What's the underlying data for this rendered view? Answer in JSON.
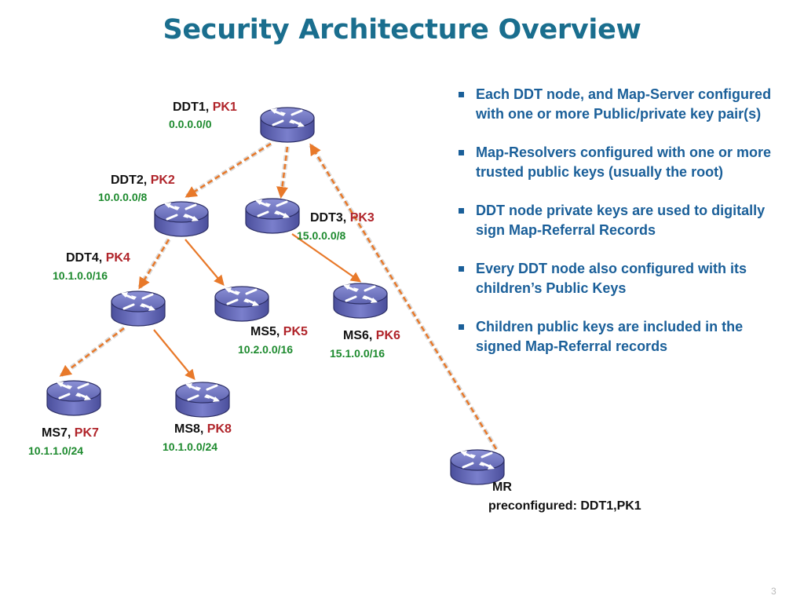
{
  "slide": {
    "title": "Security Architecture Overview",
    "page_number": "3"
  },
  "nodes": [
    {
      "id": "ddt1",
      "name": "DDT1,",
      "key": "PK1",
      "prefix": "0.0.0.0/0"
    },
    {
      "id": "ddt2",
      "name": "DDT2,",
      "key": "PK2",
      "prefix": "10.0.0.0/8"
    },
    {
      "id": "ddt3",
      "name": "DDT3,",
      "key": "PK3",
      "prefix": "15.0.0.0/8"
    },
    {
      "id": "ddt4",
      "name": "DDT4,",
      "key": "PK4",
      "prefix": "10.1.0.0/16"
    },
    {
      "id": "ms5",
      "name": "MS5,",
      "key": "PK5",
      "prefix": "10.2.0.0/16"
    },
    {
      "id": "ms6",
      "name": "MS6,",
      "key": "PK6",
      "prefix": "15.1.0.0/16"
    },
    {
      "id": "ms7",
      "name": "MS7,",
      "key": "PK7",
      "prefix": "10.1.1.0/24"
    },
    {
      "id": "ms8",
      "name": "MS8,",
      "key": "PK8",
      "prefix": "10.1.0.0/24"
    }
  ],
  "resolver": {
    "name": "MR",
    "preconfigured": "preconfigured: DDT1,PK1"
  },
  "bullets": [
    "Each DDT node, and Map-Server configured with one or more Public/private key pair(s)",
    "Map-Resolvers configured with one or more trusted public keys (usually the root)",
    "DDT node private keys are used to digitally sign Map-Referral Records",
    "Every DDT node also configured with its children’s Public Keys",
    "Children public keys are included in the signed Map-Referral records"
  ],
  "colors": {
    "title": "#1a6e8e",
    "bullet_text": "#1a5f99",
    "key_text": "#b0242a",
    "prefix_text": "#1d8a2e",
    "arrow_orange": "#e8792a",
    "router_body": "#6f74c2"
  },
  "icons": {
    "router": "router-icon"
  }
}
